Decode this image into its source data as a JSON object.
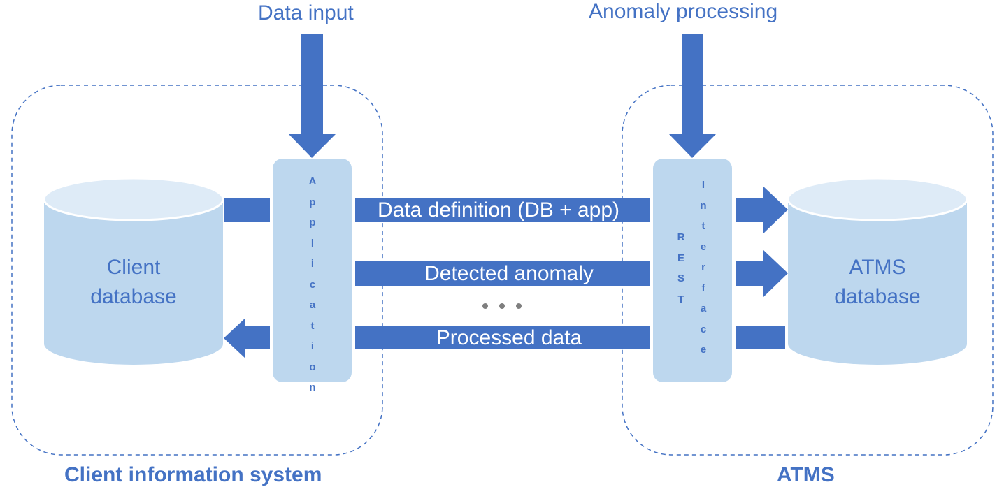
{
  "inputs": {
    "data_input": "Data input",
    "anomaly_processing": "Anomaly processing"
  },
  "client": {
    "system_title": "Client information system",
    "db_line1": "Client",
    "db_line2": "database",
    "app_label": "Application"
  },
  "atms": {
    "system_title": "ATMS",
    "db_line1": "ATMS",
    "db_line2": "database",
    "rest_label": "REST",
    "interface_label": "Interface"
  },
  "messages": {
    "data_definition": "Data definition (DB + app)",
    "detected_anomaly": "Detected anomaly",
    "processed_data": "Processed data"
  },
  "colors": {
    "accent": "#4472c4",
    "container_fill": "#bdd7ee",
    "db_top_fill": "#deebf7",
    "dots": "#7f7f7f"
  }
}
